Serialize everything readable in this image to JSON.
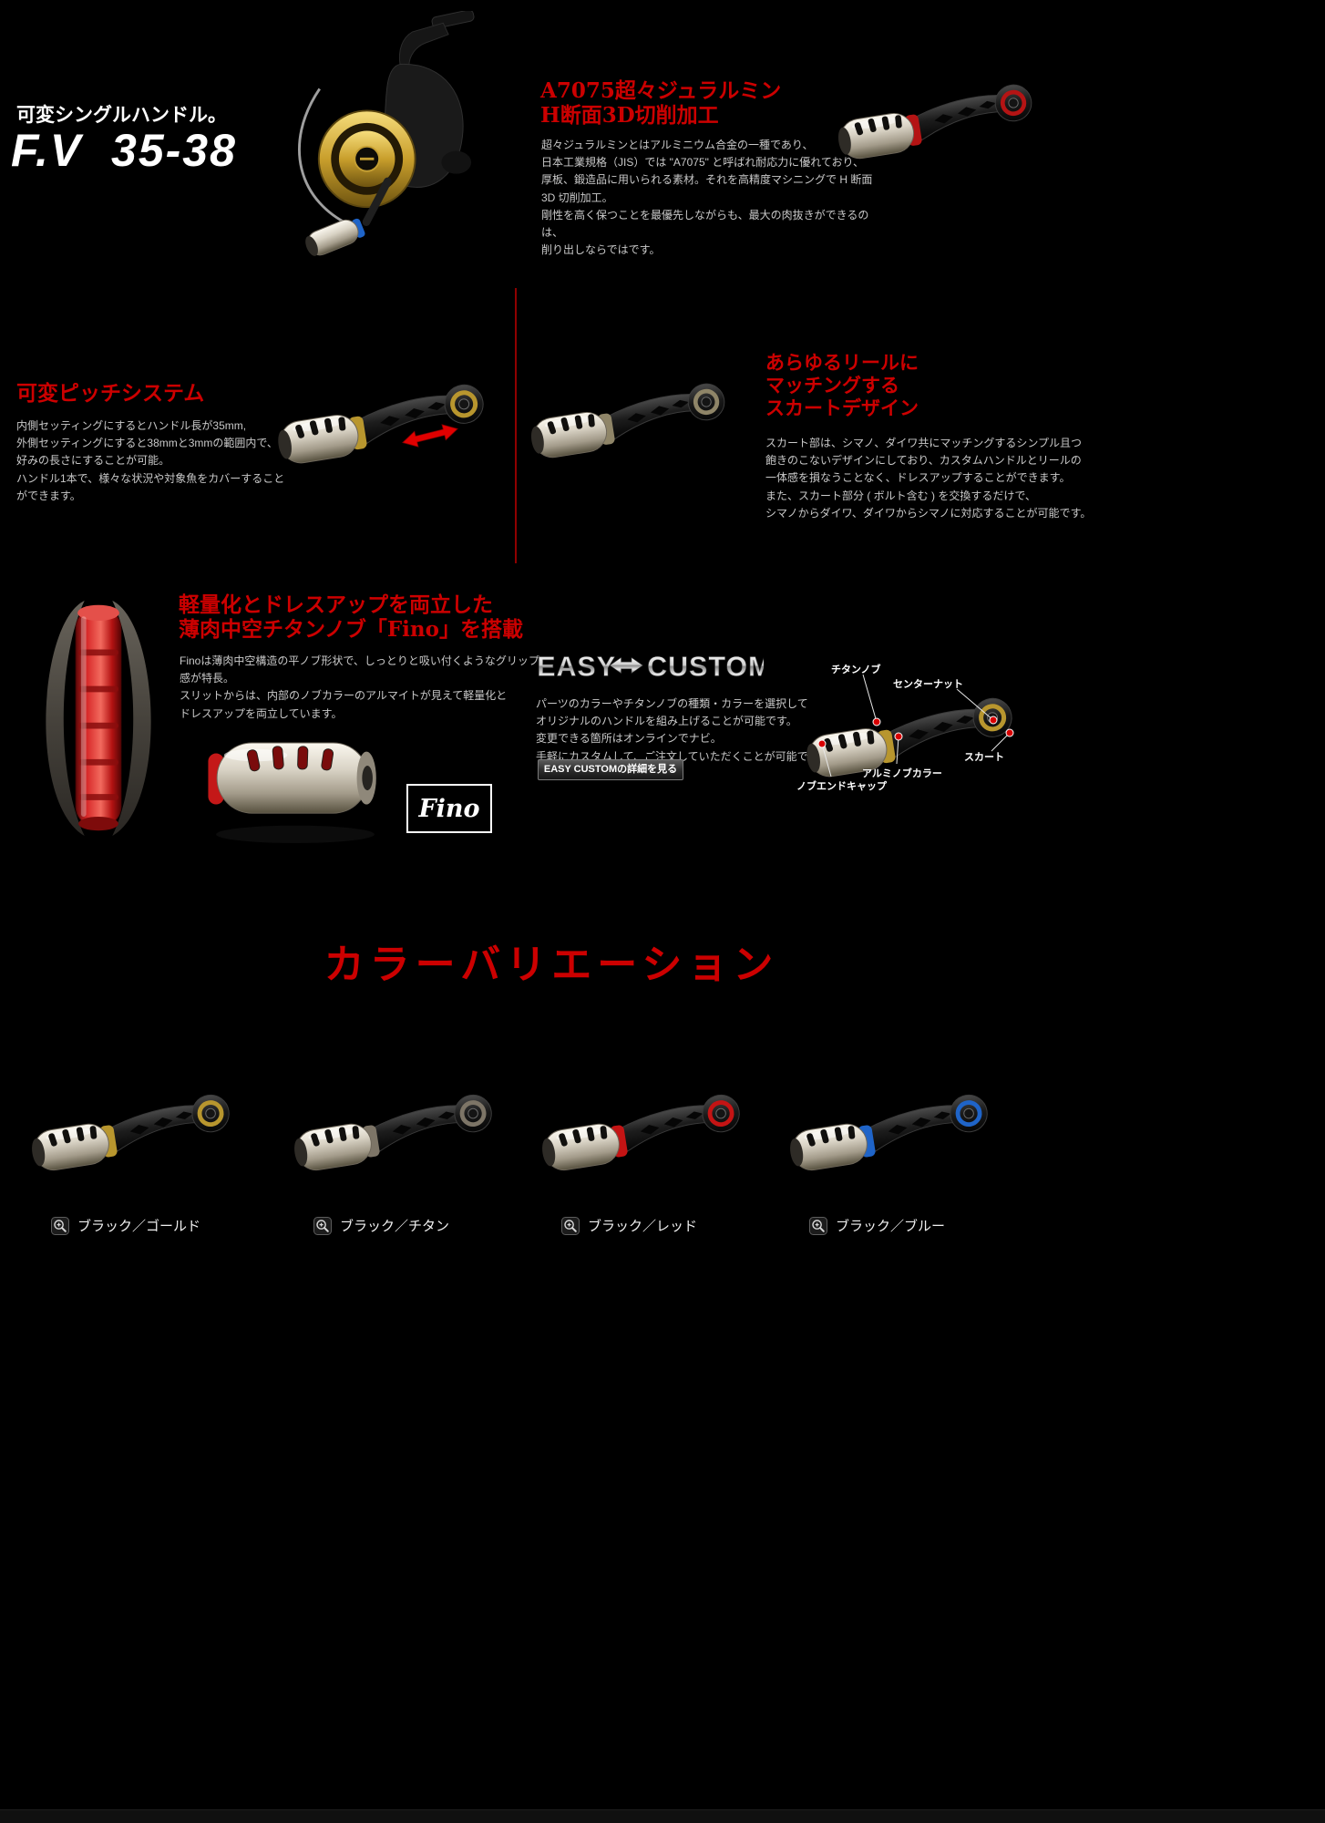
{
  "colors": {
    "background": "#000000",
    "heading_red": "#cc0000",
    "divider_red": "#8f0000",
    "body_text": "#c9c9c9"
  },
  "hero": {
    "subtitle": "可変シングルハンドル。",
    "title": "F.V  35-38"
  },
  "duralumin": {
    "heading_line1": "A7075超々ジュラルミン",
    "heading_line2": "H断面3D切削加工",
    "body": "超々ジュラルミンとはアルミニウム合金の一種であり、\n日本工業規格（JIS）では \"A7075\" と呼ばれ耐応力に優れており、\n厚板、鍛造品に用いられる素材。それを高精度マシニングで H 断面 3D 切削加工。\n剛性を高く保つことを最優先しながらも、最大の肉抜きができるのは、\n削り出しならではです。",
    "handle_accent": "#b41414"
  },
  "pitch": {
    "heading": "可変ピッチシステム",
    "body": "内側セッティングにするとハンドル長が35mm,\n外側セッティングにすると38mmと3mmの範囲内で、\n好みの長さにすることが可能。\nハンドル1本で、様々な状況や対象魚をカバーすることができます。",
    "handle_accent": "#b8962e"
  },
  "skirt": {
    "heading_line1": "あらゆるリールに",
    "heading_line2": "マッチングする",
    "heading_line3": "スカートデザイン",
    "body": "スカート部は、シマノ、ダイワ共にマッチングするシンプル且つ\n飽きのこないデザインにしており、カスタムハンドルとリールの\n一体感を損なうことなく、ドレスアップすることができます。\nまた、スカート部分 ( ボルト含む ) を交換するだけで、\nシマノからダイワ、ダイワからシマノに対応することが可能です。",
    "handle_accent": "#8f8568"
  },
  "fino": {
    "heading_line1": "軽量化とドレスアップを両立した",
    "heading_line2": "薄肉中空チタンノブ「Fino」を搭載",
    "body": "Finoは薄肉中空構造の平ノブ形状で、しっとりと吸い付くようなグリップ感が特長。\nスリットからは、内部のノブカラーのアルマイトが見えて軽量化と\nドレスアップを両立しています。",
    "logo_text": "Fino"
  },
  "easy_custom": {
    "logo_left": "EASY",
    "logo_right": "CUSTOM",
    "body": "パーツのカラーやチタンノブの種類・カラーを選択して\nオリジナルのハンドルを組み上げることが可能です。\n変更できる箇所はオンラインでナビ。\n手軽にカスタムして、ご注文していただくことが可能です。",
    "button_label": "EASY CUSTOMの詳細を見る",
    "handle_accent": "#b8962e",
    "callouts": {
      "titanium_knob": "チタンノブ",
      "center_nut": "センターナット",
      "skirt": "スカート",
      "alumi_knob_collar": "アルミノブカラー",
      "knob_end_cap": "ノブエンドキャップ"
    }
  },
  "variations": {
    "heading": "カラーバリエーション",
    "items": [
      {
        "label": "ブラック／ゴールド",
        "accent": "#b8962e"
      },
      {
        "label": "ブラック／チタン",
        "accent": "#7d7567"
      },
      {
        "label": "ブラック／レッド",
        "accent": "#c41414"
      },
      {
        "label": "ブラック／ブルー",
        "accent": "#1f64c8"
      }
    ]
  }
}
